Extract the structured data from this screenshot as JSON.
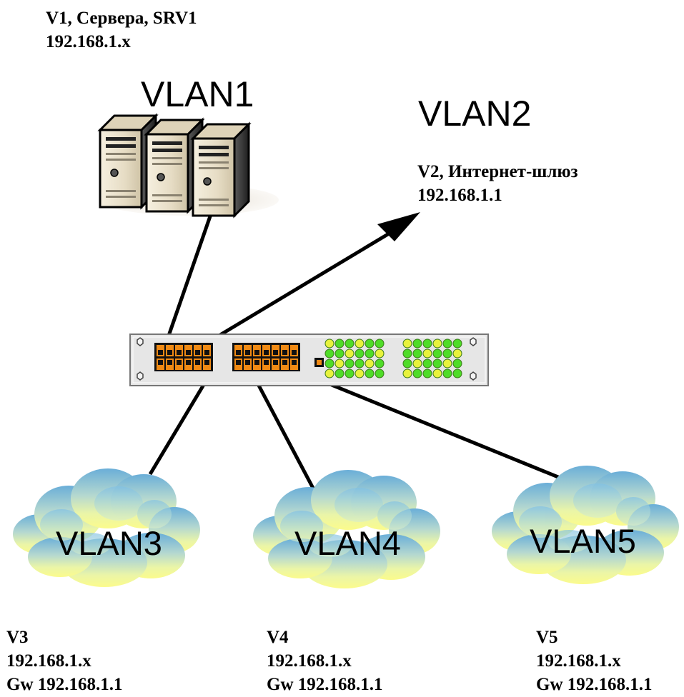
{
  "vlan1": {
    "title": "VLAN1",
    "line1": "V1, Сервера, SRV1",
    "line2": "192.168.1.x"
  },
  "vlan2": {
    "title": "VLAN2",
    "line1": "V2, Интернет-шлюз",
    "line2": "192.168.1.1"
  },
  "vlan3": {
    "title": "VLAN3",
    "line1": "V3",
    "line2": "192.168.1.x",
    "line3": "Gw 192.168.1.1"
  },
  "vlan4": {
    "title": "VLAN4",
    "line1": "V4",
    "line2": "192.168.1.x",
    "line3": "Gw 192.168.1.1"
  },
  "vlan5": {
    "title": "VLAN5",
    "line1": "V5",
    "line2": "192.168.1.x",
    "line3": "Gw 192.168.1.1"
  },
  "icons": [
    "server-rack-icon",
    "network-switch-icon",
    "cloud-icon",
    "arrow-icon"
  ],
  "colors": {
    "cloud_blue": "#6aaed8",
    "cloud_yellow": "#fbfb8c",
    "port_orange": "#f08a14",
    "led_green": "#4fdc28",
    "led_yellow": "#e8f23c"
  }
}
